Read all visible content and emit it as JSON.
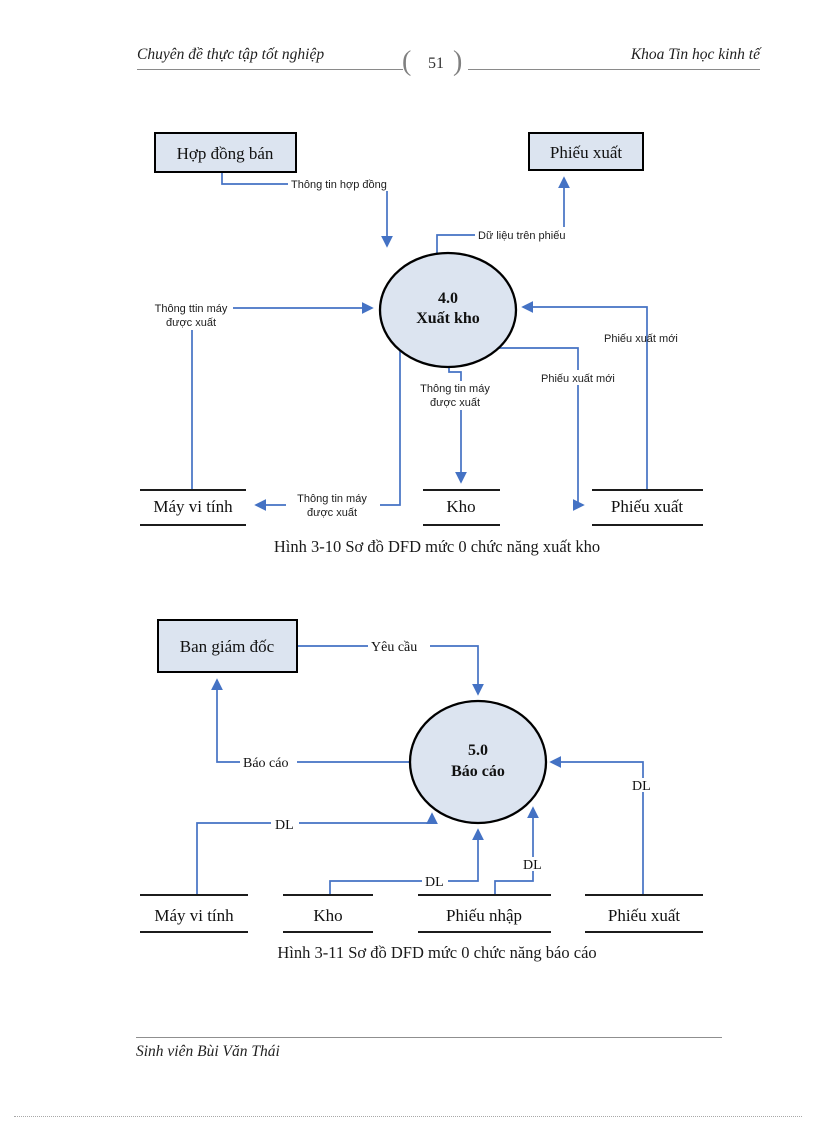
{
  "header": {
    "left_title": "Chuyên đề thực tập tốt nghiệp",
    "page_number": "51",
    "brace_left": "(",
    "brace_right": ")",
    "right_title": "Khoa Tin học kinh tế"
  },
  "footer": {
    "author": "Sinh viên Bùi Văn Thái"
  },
  "colors": {
    "node_fill": "#dce4f0",
    "node_border": "#000000",
    "flow_blue": "#4472c4",
    "store_line": "#1c1c1c"
  },
  "diagram1": {
    "caption": "Hình 3-10 Sơ đồ DFD mức 0 chức năng xuất kho",
    "process": {
      "number": "4.0",
      "name": "Xuất kho"
    },
    "entity_hop_dong_ban": "Hợp đồng bán",
    "entity_phieu_xuat": "Phiếu xuất",
    "store_may_vi_tinh": "Máy vi tính",
    "store_kho": "Kho",
    "store_phieu_xuat": "Phiếu xuất",
    "flow_thong_tin_hop_dong": "Thông tin hợp đồng",
    "flow_du_lieu_tren_phieu": "Dữ liệu trên phiếu",
    "flow_thong_ttin_may_l1": "Thông ttin máy",
    "flow_thong_ttin_may_l2": "được xuất",
    "flow_phieu_xuat_moi_upper": "Phiếu xuất mới",
    "flow_phieu_xuat_moi_lower": "Phiếu xuất mới",
    "flow_ttm_kho_l1": "Thông tin máy",
    "flow_ttm_kho_l2": "được xuất",
    "flow_ttm_mvt_l1": "Thông tin máy",
    "flow_ttm_mvt_l2": "được xuất"
  },
  "diagram2": {
    "caption": "Hình 3-11 Sơ đồ DFD mức 0 chức năng báo cáo",
    "process": {
      "number": "5.0",
      "name": "Báo cáo"
    },
    "entity_ban_giam_doc": "Ban giám đốc",
    "store_may_vi_tinh": "Máy vi tính",
    "store_kho": "Kho",
    "store_phieu_nhap": "Phiếu nhập",
    "store_phieu_xuat": "Phiếu xuất",
    "flow_yeu_cau": "Yêu cầu",
    "flow_bao_cao": "Báo cáo",
    "flow_dl_may_vi_tinh": "DL",
    "flow_dl_kho": "DL",
    "flow_dl_phieu_nhap": "DL",
    "flow_dl_phieu_xuat": "DL"
  }
}
